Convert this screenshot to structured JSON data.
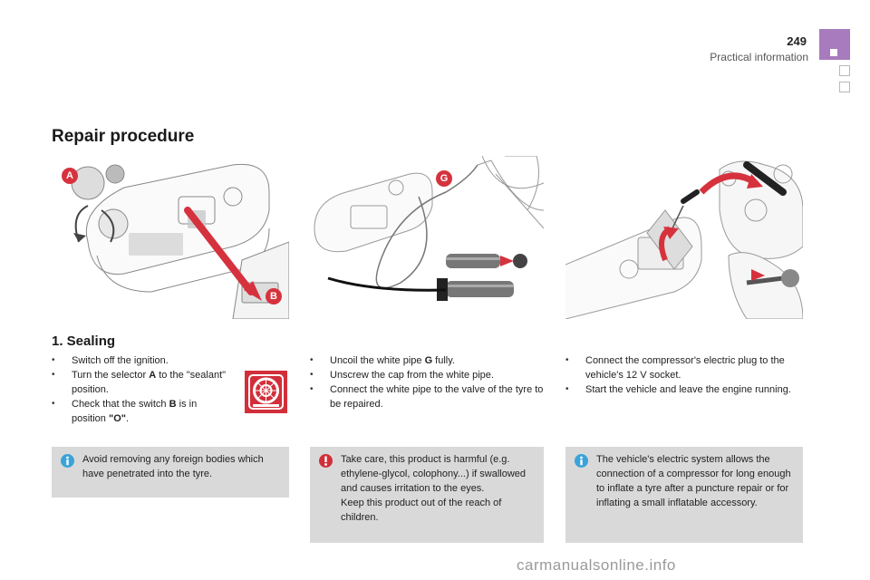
{
  "header": {
    "page_number": "249",
    "section": "Practical information"
  },
  "title": "Repair procedure",
  "illustrations": {
    "left": {
      "callouts": [
        "A",
        "B"
      ]
    },
    "middle": {
      "callouts": [
        "G"
      ]
    }
  },
  "sealing": {
    "heading": "1. Sealing",
    "bullet_glyph": "•",
    "col1": [
      {
        "text": "Switch off the ignition."
      },
      {
        "before": "Turn the selector ",
        "bold": "A",
        "after": " to the \"sealant\" position."
      },
      {
        "before": "Check that the switch ",
        "bold": "B",
        "after": " is in position ",
        "bold2": "\"O\"",
        "after2": "."
      }
    ],
    "col2": [
      {
        "before": "Uncoil the white pipe ",
        "bold": "G",
        "after": " fully."
      },
      {
        "text": "Unscrew the cap from the white pipe."
      },
      {
        "text": "Connect the white pipe to the valve of the tyre to be repaired."
      }
    ],
    "col3": [
      {
        "text": "Connect the compressor's electric plug to the vehicle's 12 V socket."
      },
      {
        "text": "Start the vehicle and leave the engine running."
      }
    ]
  },
  "notes": [
    {
      "type": "info",
      "text": "Avoid removing any foreign bodies which have penetrated into the tyre."
    },
    {
      "type": "warning",
      "text": "Take care, this product is harmful (e.g. ethylene-glycol, colophony...) if swallowed and causes irritation to the eyes.\nKeep this product out of the reach of children."
    },
    {
      "type": "info",
      "text": "The vehicle's electric system allows the connection of a compressor for long enough to inflate a tyre after a puncture repair or for inflating a small inflatable accessory."
    }
  ],
  "watermark": "carmanualsonline.info",
  "colors": {
    "accent_purple": "#a77bbd",
    "callout_red": "#d6323e",
    "note_bg": "#d9d9d9",
    "info_blue": "#3aa3d9",
    "warning_red": "#d22f3a"
  }
}
